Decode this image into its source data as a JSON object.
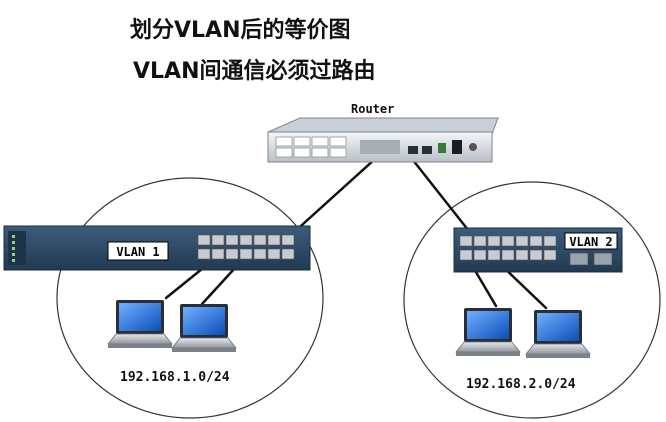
{
  "title_line1": "划分VLAN后的等价图",
  "title_line2": "VLAN间通信必须过路由",
  "router": {
    "label": "Router"
  },
  "switches": [
    {
      "vlan_label": "VLAN 1"
    },
    {
      "vlan_label": "VLAN 2"
    }
  ],
  "subnets": [
    {
      "network": "192.168.1.0/24"
    },
    {
      "network": "192.168.2.0/24"
    }
  ],
  "colors": {
    "cable": "#111111",
    "switch_body": "#2f4a66",
    "port": "#c8ccd0",
    "laptop_screen": "#1e6fd6",
    "router_body": "#dfe3e8"
  }
}
